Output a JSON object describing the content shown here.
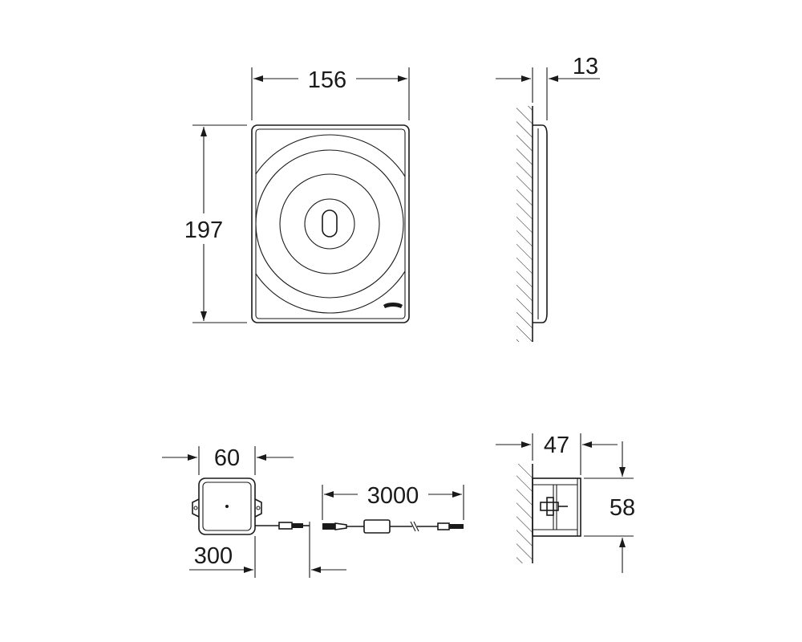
{
  "dimensions": {
    "plate_width": "156",
    "plate_height": "197",
    "plate_depth": "13",
    "box_width": "60",
    "cable_short": "300",
    "cable_long": "3000",
    "box_depth": "47",
    "box_height": "58"
  },
  "colors": {
    "line": "#1a1a1a",
    "background": "#ffffff"
  }
}
